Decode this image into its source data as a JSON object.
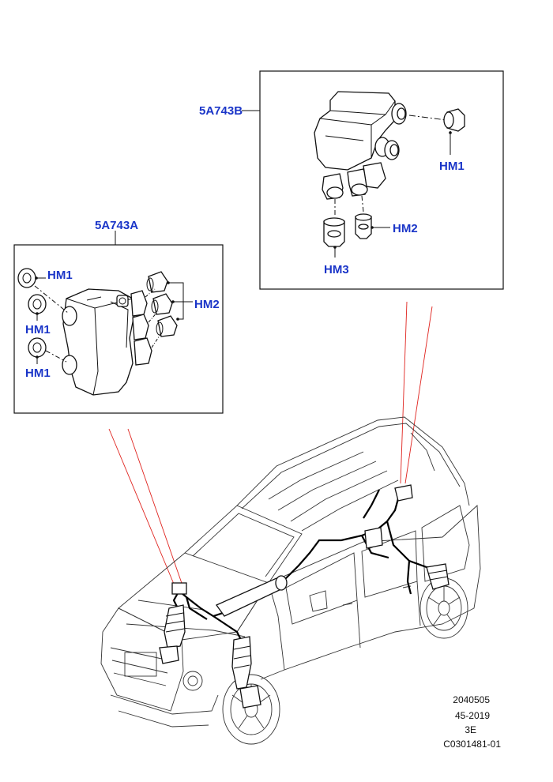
{
  "callouts": {
    "part_b": "5A743B",
    "part_a": "5A743A",
    "hm1": "HM1",
    "hm2": "HM2",
    "hm3": "HM3"
  },
  "reference": {
    "line1": "2040505",
    "line2": "45-2019",
    "line3": "3E",
    "line4": "C0301481-01"
  },
  "colors": {
    "callout_blue": "#1a35c8",
    "leader_red": "#e0241f",
    "outline_black": "#111111"
  }
}
